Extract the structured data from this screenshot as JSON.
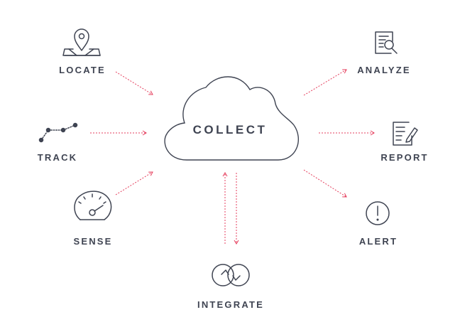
{
  "center": {
    "label": "COLLECT"
  },
  "nodes": {
    "locate": {
      "label": "LOCATE",
      "icon": "location-pin-icon"
    },
    "track": {
      "label": "TRACK",
      "icon": "route-track-icon"
    },
    "sense": {
      "label": "SENSE",
      "icon": "gauge-icon"
    },
    "integrate": {
      "label": "INTEGRATE",
      "icon": "sync-arrows-icon"
    },
    "analyze": {
      "label": "ANALYZE",
      "icon": "document-magnifier-icon"
    },
    "report": {
      "label": "REPORT",
      "icon": "document-pencil-icon"
    },
    "alert": {
      "label": "ALERT",
      "icon": "exclamation-circle-icon"
    }
  },
  "colors": {
    "icon": "#3f4452",
    "arrow": "#e53d5c",
    "text": "#3f4452"
  }
}
